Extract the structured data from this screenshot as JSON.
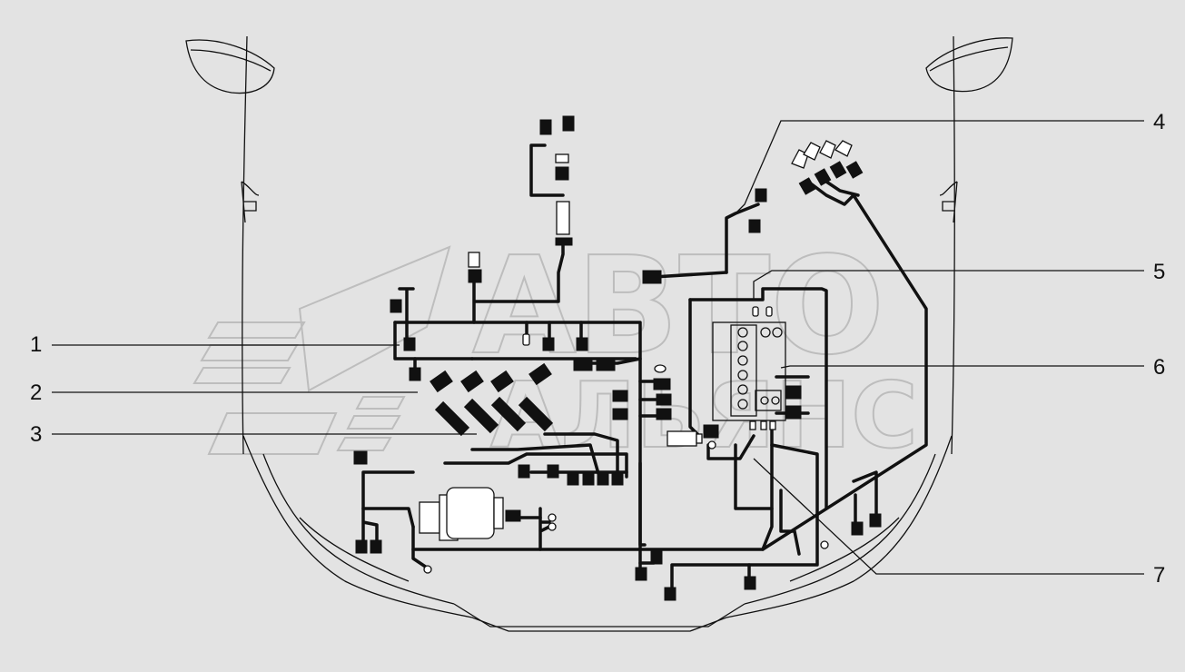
{
  "diagram": {
    "callouts": [
      {
        "id": "1",
        "label": "1"
      },
      {
        "id": "2",
        "label": "2"
      },
      {
        "id": "3",
        "label": "3"
      },
      {
        "id": "4",
        "label": "4"
      },
      {
        "id": "5",
        "label": "5"
      },
      {
        "id": "6",
        "label": "6"
      },
      {
        "id": "7",
        "label": "7"
      }
    ],
    "watermark": {
      "line1": "АВТО",
      "line2": "АЛЬЯНС"
    }
  },
  "colors": {
    "background": "#e3e3e3",
    "line": "#111111",
    "watermark": "#b9b9b9"
  }
}
